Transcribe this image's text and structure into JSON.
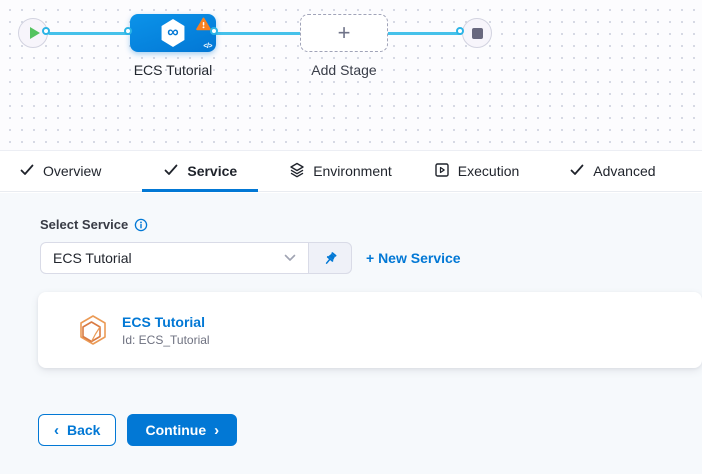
{
  "canvas": {
    "stage_label": "ECS Tutorial",
    "add_stage_label": "Add Stage",
    "plus_glyph": "+",
    "infinity_glyph": "∞",
    "code_glyph": "</>"
  },
  "tabs": [
    {
      "label": "Overview",
      "icon": "check-icon",
      "active": false
    },
    {
      "label": "Service",
      "icon": "check-icon",
      "active": true
    },
    {
      "label": "Environment",
      "icon": "layers-icon",
      "active": false
    },
    {
      "label": "Execution",
      "icon": "play-square-icon",
      "active": false
    },
    {
      "label": "Advanced",
      "icon": "check-icon",
      "active": false
    }
  ],
  "service_form": {
    "label": "Select Service",
    "selected_value": "ECS Tutorial",
    "new_service_label": "+ New Service",
    "card": {
      "title": "ECS Tutorial",
      "id_text": "Id: ECS_Tutorial"
    }
  },
  "footer": {
    "back_label": "Back",
    "back_chevron": "‹",
    "continue_label": "Continue",
    "continue_chevron": "›"
  },
  "colors": {
    "primary_blue": "#0278d5",
    "connector_cyan": "#45c1ea",
    "node_gradient_top": "#0b93e9",
    "node_gradient_bottom": "#0277d5",
    "warning_orange": "#f8801f",
    "success_green": "#54c360",
    "end_square_gray": "#68687e",
    "card_icon_orange": "#e0824d",
    "content_background": "#f6f9fc"
  }
}
